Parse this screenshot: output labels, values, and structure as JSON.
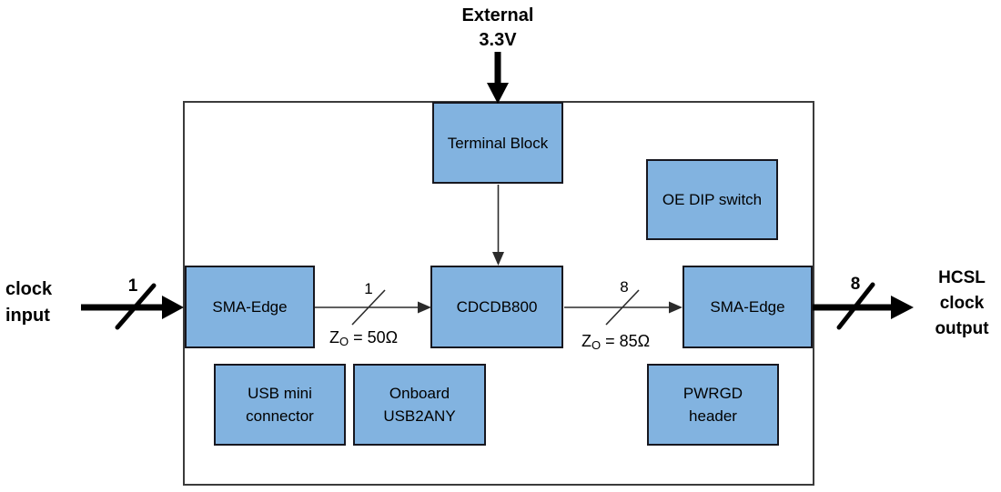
{
  "diagram": {
    "external_supply": {
      "line1": "External",
      "line2": "3.3V"
    },
    "clock_input": {
      "line1": "clock",
      "line2": "input"
    },
    "hcsl_output": {
      "line1": "HCSL",
      "line2": "clock",
      "line3": "output"
    },
    "blocks": {
      "terminal_block": {
        "label": "Terminal Block"
      },
      "oe_dip_switch": {
        "label": "OE DIP switch"
      },
      "sma_edge_left": {
        "label": "SMA-Edge"
      },
      "cdcdb800": {
        "label": "CDCDB800"
      },
      "sma_edge_right": {
        "label": "SMA-Edge"
      },
      "usb_mini_connector": {
        "line1": "USB mini",
        "line2": "connector"
      },
      "onboard_usb2any": {
        "line1": "Onboard",
        "line2": "USB2ANY"
      },
      "pwrgd_header": {
        "line1": "PWRGD",
        "line2": "header"
      }
    },
    "bus_widths": {
      "clock_input": "1",
      "sma_to_cdcdb800": "1",
      "cdcdb800_to_sma": "8",
      "hcsl_output": "8"
    },
    "impedance": {
      "input": {
        "symbol": "Z",
        "sub": "O",
        "rest": " = 50Ω"
      },
      "output": {
        "symbol": "Z",
        "sub": "O",
        "rest": " = 85Ω"
      }
    },
    "colors": {
      "block_fill": "#82B3E0",
      "block_border": "#17171f",
      "board_border": "#3b3b3b",
      "arrow": "#000000",
      "thin_line": "#2b2b2b",
      "text": "#000000"
    }
  }
}
